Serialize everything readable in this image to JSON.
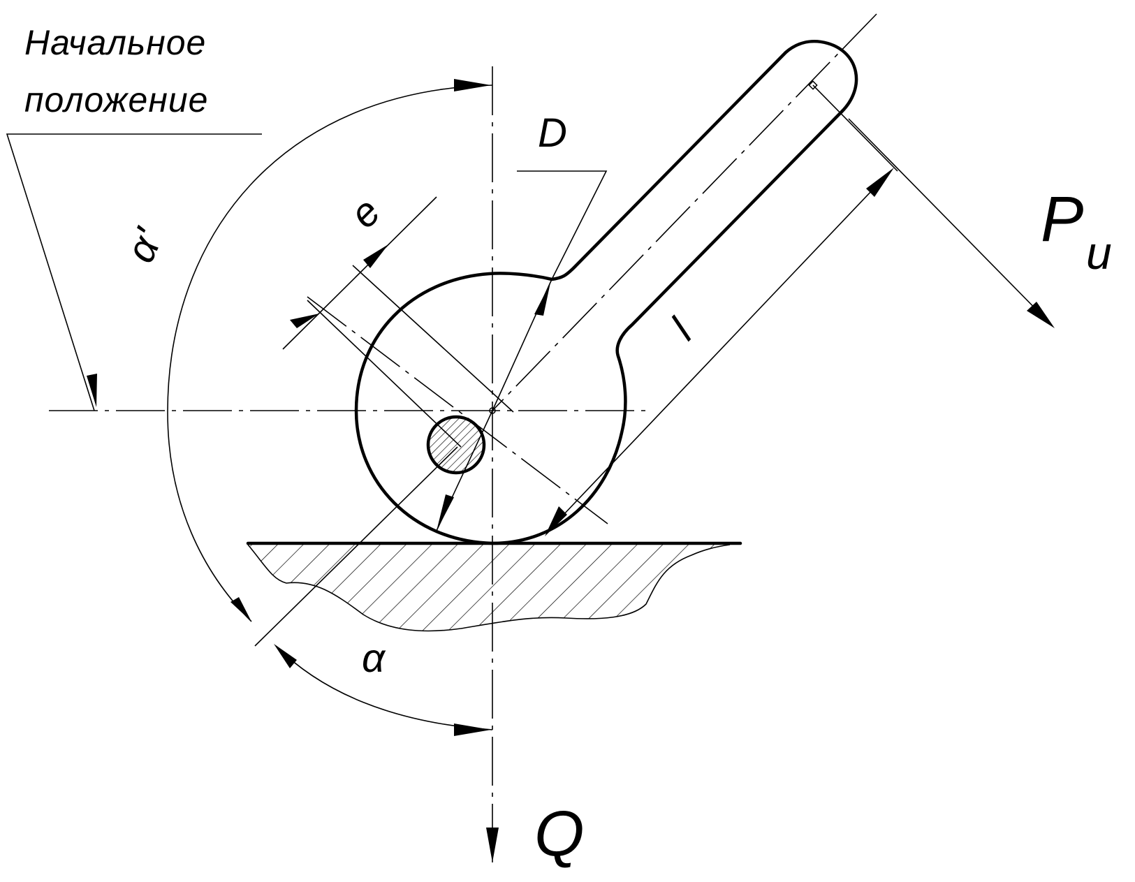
{
  "note": {
    "line1": "Начальное",
    "line2": "положение"
  },
  "labels": {
    "alpha_prime": "α'",
    "alpha": "α",
    "D": "D",
    "e": "e",
    "l": "l",
    "P": "P",
    "P_sub": "u",
    "Q": "Q"
  },
  "icons": {
    "cam": "eccentric-cam-icon",
    "shaft": "hatched-shaft-icon",
    "base": "hatched-base-icon"
  }
}
